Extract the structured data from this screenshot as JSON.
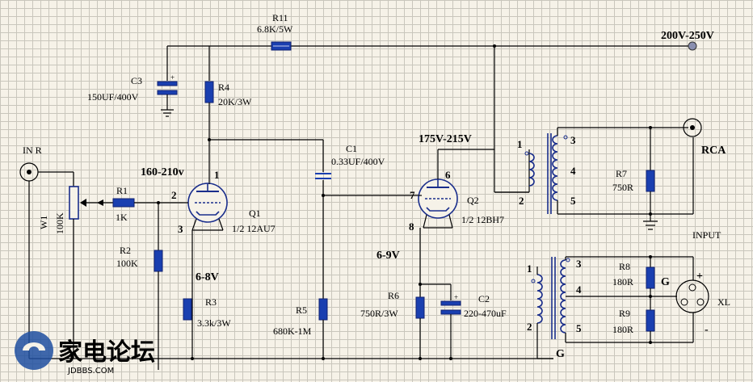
{
  "labels": {
    "supply": "200V-250V",
    "r11_name": "R11",
    "r11_value": "6.8K/5W",
    "c3_name": "C3",
    "c3_value": "150UF/400V",
    "r4_name": "R4",
    "r4_value": "20K/3W",
    "c1_name": "C1",
    "c1_value": "0.33UF/400V",
    "v175": "175V-215V",
    "rca": "RCA",
    "in_r": "IN R",
    "w1_name": "W1",
    "w1_value": "100K",
    "r1_name": "R1",
    "r1_value": "1K",
    "v160": "160-210v",
    "r2_name": "R2",
    "r2_value": "100K",
    "q1_name": "Q1",
    "q1_type": "1/2 12AU7",
    "q2_name": "Q2",
    "q2_type": "1/2 12BH7",
    "v68": "6-8V",
    "v69": "6-9V",
    "r3_name": "R3",
    "r3_value": "3.3k/3W",
    "r5_name": "R5",
    "r5_value": "680K-1M",
    "r6_name": "R6",
    "r6_value": "750R/3W",
    "c2_name": "C2",
    "c2_value": "220-470uF",
    "r7_name": "R7",
    "r7_value": "750R",
    "r8_name": "R8",
    "r8_value": "180R",
    "r9_name": "R9",
    "r9_value": "180R",
    "input": "INPUT",
    "xl": "XL",
    "g": "G",
    "plus": "+",
    "minus": "-",
    "pins": {
      "q1_plate": "1",
      "q1_grid": "2",
      "q1_cathode": "3",
      "q2_plate": "6",
      "q2_grid": "7",
      "q2_cathode": "8",
      "t1_p1": "1",
      "t1_p2": "2",
      "t1_s3": "3",
      "t1_s4": "4",
      "t1_s5": "5",
      "t2_p1": "1",
      "t2_p2": "2",
      "t2_s3": "3",
      "t2_s4": "4",
      "t2_s5": "5"
    },
    "watermark_text": "家电论坛",
    "watermark_url": "JDBBS.COM"
  },
  "colors": {
    "grid": "#c9c6bc",
    "background": "#f6f2e8",
    "component": "#1a3fb0",
    "wire": "#000000",
    "watermark": "#1f4fa0"
  }
}
